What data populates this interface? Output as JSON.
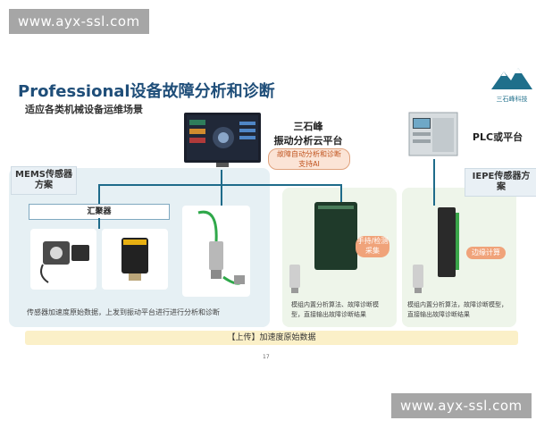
{
  "watermark_top": "www.ayx-ssl.com",
  "watermark_bottom": "www.ayx-ssl.com",
  "title": "Professional设备故障分析和诊断",
  "subtitle": "适应各类机械设备运维场景",
  "logo": {
    "label": "三石峰科技"
  },
  "cloud": {
    "name_line1": "三石峰",
    "name_line2": "振动分析云平台",
    "pill": "故障自动分析和诊断\n支持AI"
  },
  "plc": {
    "label": "PLC或平台"
  },
  "mems_tag": "MEMS传感器\n方案",
  "iepe_tag": "IEPE传感器方案",
  "hub": "汇聚器",
  "mems_note": "传感器加速度原始数据，上发到振动平台进行进行分析和诊断",
  "box1_pill": "手持/检测\n采集",
  "box1_note": "模组内置分析算法、故障诊断模\n型，直接输出故障诊断结果",
  "box2_pill": "边缘计算",
  "box2_note": "模组内置分析算法，故障诊断模型，\n直接输出故障诊断结果",
  "bottom_bar": "【上传】加速度原始数据",
  "page_number": "17",
  "colors": {
    "accent": "#1e6b8a",
    "title": "#1f4e79",
    "panel": "#e6f0f4",
    "panel_green": "#eef5ea",
    "bar": "#fbf0c8",
    "pill_orange": "#f0a37a"
  }
}
